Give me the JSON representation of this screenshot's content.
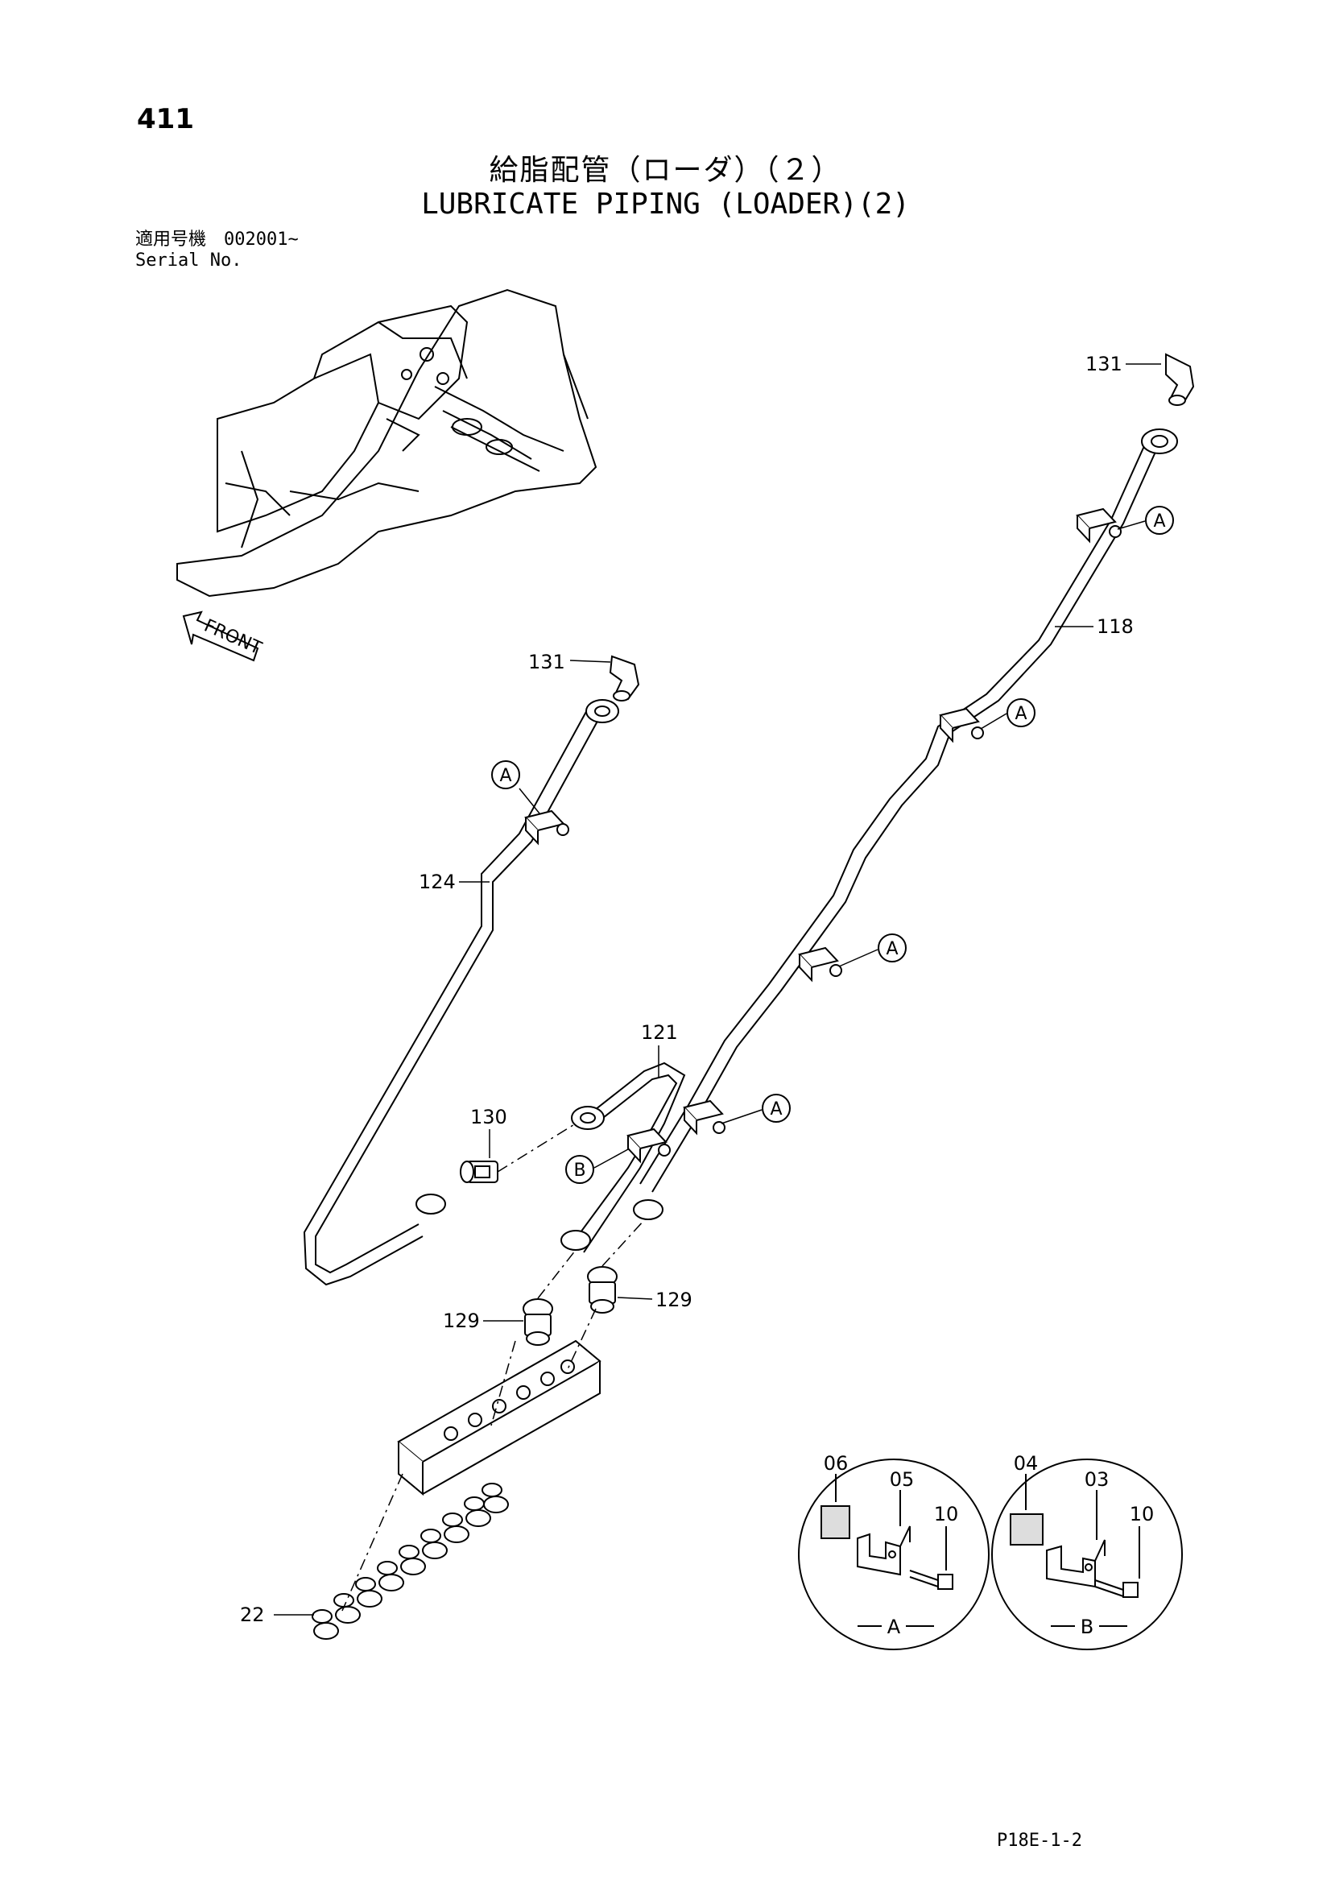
{
  "page_number": "411",
  "title_jp": "給脂配管（ローダ）（２）",
  "title_en": "LUBRICATE PIPING (LOADER)(2)",
  "serial_jp": "適用号機　002001~",
  "serial_en": "Serial No.",
  "front_label": "FRONT",
  "footer_code": "P18E-1-2",
  "callouts": {
    "p131_top": "131",
    "p118": "118",
    "p131_left": "131",
    "p124": "124",
    "p121": "121",
    "p130": "130",
    "p129_left": "129",
    "p129_right": "129",
    "p22": "22"
  },
  "clamp_markers": {
    "a": "A",
    "b": "B"
  },
  "detail_a": {
    "label": "A",
    "parts": [
      "06",
      "05",
      "10"
    ]
  },
  "detail_b": {
    "label": "B",
    "parts": [
      "04",
      "03",
      "10"
    ]
  }
}
